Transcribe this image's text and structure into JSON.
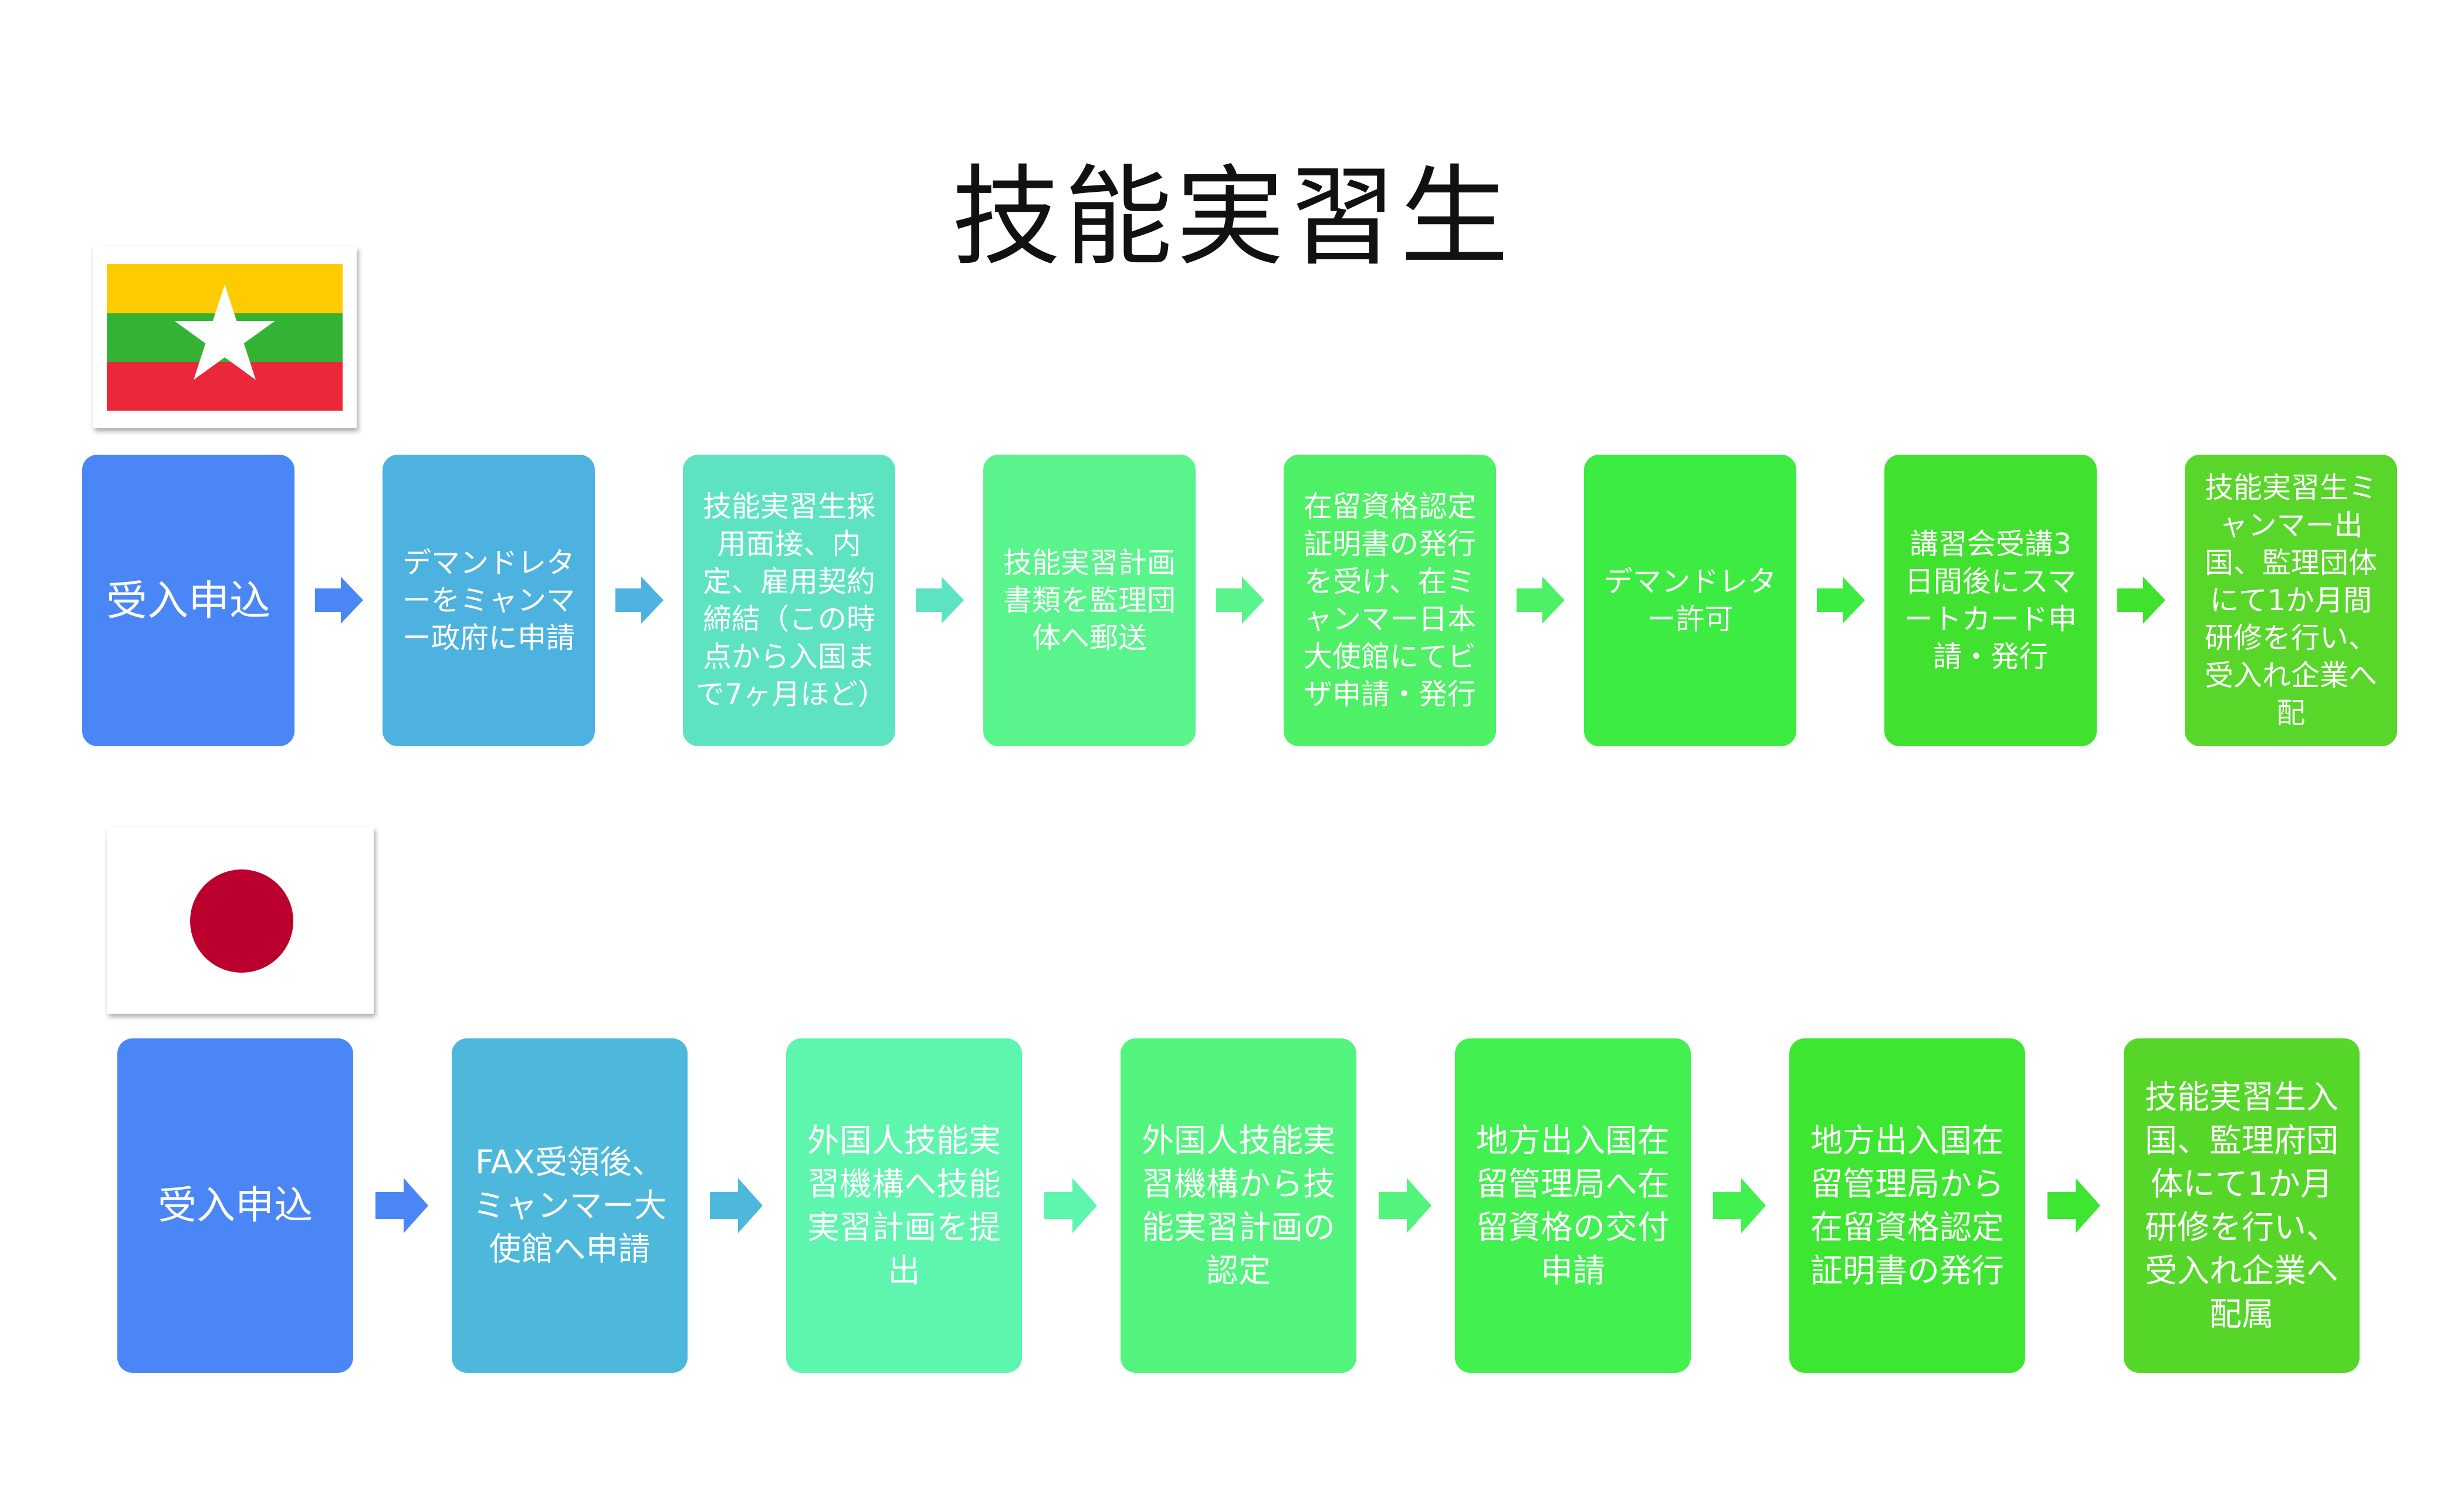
{
  "title": "技能実習生",
  "flags": {
    "top": {
      "icon": "myanmar-flag-icon",
      "colors": [
        "#FECB00",
        "#34B233",
        "#EA2839"
      ],
      "star_color": "#FFFFFF"
    },
    "bottom": {
      "icon": "japan-flag-icon",
      "disc_color": "#BC002D"
    }
  },
  "myanmar_steps": [
    {
      "label": "受入申込",
      "color": "#4A86F5"
    },
    {
      "label": "デマンドレターをミャンマー政府に申請",
      "color": "#4DB2E0"
    },
    {
      "label": "技能実習生採用面接、内定、雇用契約締結（この時点から入国まで7ヶ月ほど）",
      "color": "#5EE3C2"
    },
    {
      "label": "技能実習計画書類を監理団体へ郵送",
      "color": "#5AF48C"
    },
    {
      "label": "在留資格認定証明書の発行を受け、在ミャンマー日本大使館にてビザ申請・発行",
      "color": "#4EF065"
    },
    {
      "label": "デマンドレター許可",
      "color": "#3DEC43"
    },
    {
      "label": "講習会受講3日間後にスマートカード申請・発行",
      "color": "#41E22F"
    },
    {
      "label": "技能実習生ミャンマー出国、監理団体にて1か月間研修を行い、受入れ企業へ配",
      "color": "#58D62A"
    }
  ],
  "japan_steps": [
    {
      "label": "受入申込",
      "color": "#4A86F5"
    },
    {
      "label": "FAX受領後、ミャンマー大使館へ申請",
      "color": "#4DB8DC"
    },
    {
      "label": "外国人技能実習機構へ技能実習計画を提出",
      "color": "#5EF5AE"
    },
    {
      "label": "外国人技能実習機構から技能実習計画の認定",
      "color": "#52F47E"
    },
    {
      "label": "地方出入国在留管理局へ在留資格の交付申請",
      "color": "#42F050"
    },
    {
      "label": "地方出入国在留管理局から在留資格認定証明書の発行",
      "color": "#3DE631"
    },
    {
      "label": "技能実習生入国、監理府団体にて1か月研修を行い、受入れ企業へ配属",
      "color": "#55D629"
    }
  ],
  "arrow_colors_row1": [
    "#4A86F5",
    "#4DB2E0",
    "#5EE3C2",
    "#5AF48C",
    "#4EF065",
    "#3DEC43",
    "#41E22F"
  ],
  "arrow_colors_row2": [
    "#4A86F5",
    "#4DB8DC",
    "#5EF5AE",
    "#52F47E",
    "#42F050",
    "#3DE631"
  ]
}
